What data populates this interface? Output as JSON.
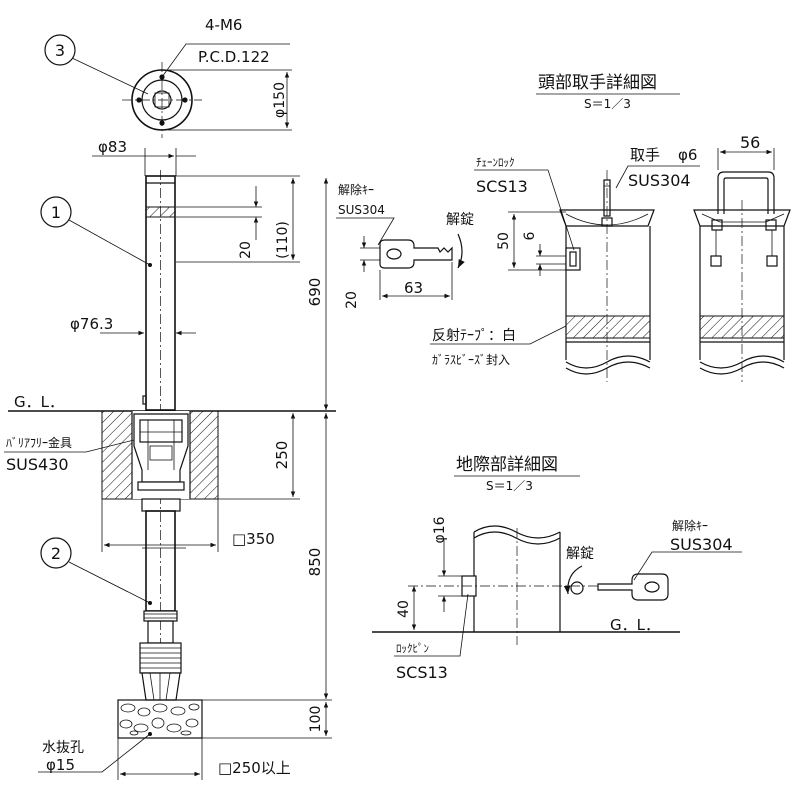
{
  "main_view": {
    "callout_3": "3",
    "callout_1": "1",
    "callout_2": "2",
    "bolt_spec": "4-M6",
    "pcd": "P.C.D.122",
    "base_dia": "φ150",
    "top_dia": "φ83",
    "post_dia": "φ76.3",
    "dim_20": "20",
    "dim_110": "(110)",
    "dim_690": "690",
    "gl": "G．L．",
    "fitting_name": "ﾊﾞﾘｱﾌﾘｰ金具",
    "fitting_material": "SUS430",
    "dim_250": "250",
    "sq_350": "□350",
    "dim_850": "850",
    "dim_100": "100",
    "drain_label": "水抜孔",
    "drain_dia": "φ15",
    "sq_250": "□250以上"
  },
  "key_detail": {
    "label": "解除ｷｰ",
    "material": "SUS304",
    "unlock": "解錠",
    "dim_63": "63",
    "dim_20": "20"
  },
  "head_detail": {
    "title": "頭部取手詳細図",
    "scale": "S＝1／3",
    "handle_label": "取手",
    "handle_dia": "φ6",
    "handle_material": "SUS304",
    "chain_lock": "ﾁｪｰﾝﾛｯｸ",
    "chain_material": "SCS13",
    "dim_50": "50",
    "dim_6": "6",
    "dim_56": "56",
    "tape_label": "反射ﾃｰﾌﾟ：白",
    "tape_note": "ｶﾞﾗｽﾋﾞｰｽﾞ封入"
  },
  "ground_detail": {
    "title": "地際部詳細図",
    "scale": "S＝1／3",
    "dim_16": "φ16",
    "dim_40": "40",
    "unlock": "解錠",
    "key_label": "解除ｷｰ",
    "key_material": "SUS304",
    "gl": "G．L．",
    "lock_pin": "ﾛｯｸﾋﾟﾝ",
    "pin_material": "SCS13"
  }
}
